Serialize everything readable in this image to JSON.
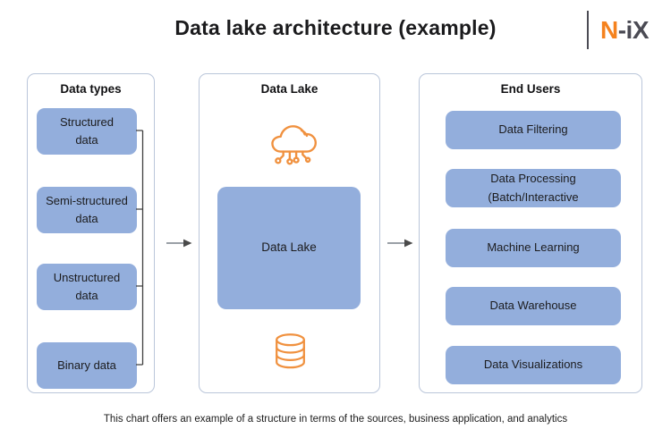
{
  "header": {
    "title": "Data lake architecture (example)",
    "logo": {
      "accent": "N",
      "rest": "-iX"
    }
  },
  "panels": {
    "data_types": {
      "title": "Data types",
      "items": [
        "Structured\ndata",
        "Semi-structured\ndata",
        "Unstructured\ndata",
        "Binary data"
      ]
    },
    "data_lake": {
      "title": "Data Lake",
      "lake_box_label": "Data Lake",
      "top_icon": "cloud-computing-icon",
      "bottom_icon": "database-icon"
    },
    "end_users": {
      "title": "End Users",
      "items": [
        "Data Filtering",
        "Data Processing\n(Batch/Interactive",
        "Machine Learning",
        "Data Warehouse",
        "Data Visualizations"
      ]
    }
  },
  "flow": {
    "arrow_icon": "arrow-right-icon",
    "arrows": [
      "data-types-to-data-lake",
      "data-lake-to-end-users"
    ]
  },
  "caption": "This chart offers an example of a structure in terms of the sources, business application, and analytics",
  "colors": {
    "box_blue": "#93aedc",
    "panel_border": "#bac6da",
    "icon_orange": "#f0913f",
    "logo_orange": "#f5821e",
    "logo_dark": "#4b4b54",
    "connector_dark": "#404040",
    "arrow_gray": "#9aa0a6",
    "arrow_head": "#4a4a4a",
    "text_dark": "#1d1d1f"
  }
}
